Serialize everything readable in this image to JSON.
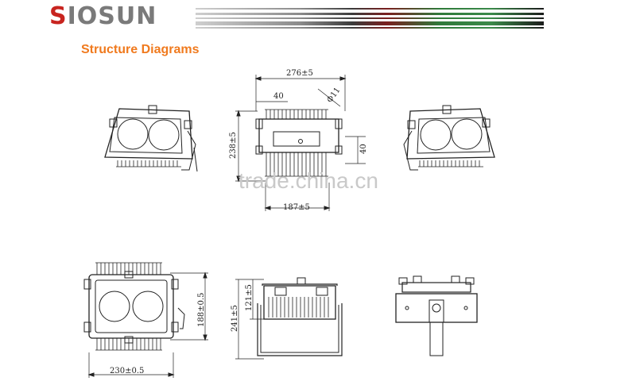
{
  "header": {
    "logo_first": "S",
    "logo_rest": "IOSUN",
    "colors": {
      "accent": "#c8241f",
      "gray": "#7a7a7a",
      "title": "#f07a1e"
    }
  },
  "section": {
    "title": "Structure Diagrams"
  },
  "watermark": "trade.china.cn",
  "dimensions": {
    "side_top_width": "276±5",
    "side_offset": "40",
    "side_hole": "Φ11",
    "side_height": "238±5",
    "side_right": "40",
    "side_bottom": "187±5",
    "front_height": "188±0.5",
    "front_width": "230±0.5",
    "bottom_outer": "241±5",
    "bottom_inner": "121±5"
  }
}
